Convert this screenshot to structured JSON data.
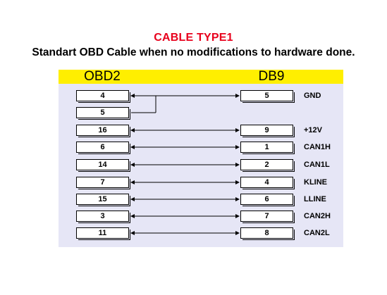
{
  "title": "CABLE TYPE1",
  "subtitle": "Standart OBD Cable when no modifications to hardware done.",
  "headers": {
    "left": "OBD2",
    "right": "DB9"
  },
  "colors": {
    "title": "#e8001c",
    "header_bar": "#ffef00",
    "panel": "#e6e6f6"
  },
  "rows": [
    {
      "obd": "4",
      "db9": "5",
      "signal": "GND"
    },
    {
      "obd": "5",
      "db9": "",
      "signal": ""
    },
    {
      "obd": "16",
      "db9": "9",
      "signal": "+12V"
    },
    {
      "obd": "6",
      "db9": "1",
      "signal": "CAN1H"
    },
    {
      "obd": "14",
      "db9": "2",
      "signal": "CAN1L"
    },
    {
      "obd": "7",
      "db9": "4",
      "signal": "KLINE"
    },
    {
      "obd": "15",
      "db9": "6",
      "signal": "LLINE"
    },
    {
      "obd": "3",
      "db9": "7",
      "signal": "CAN2H"
    },
    {
      "obd": "11",
      "db9": "8",
      "signal": "CAN2L"
    }
  ]
}
